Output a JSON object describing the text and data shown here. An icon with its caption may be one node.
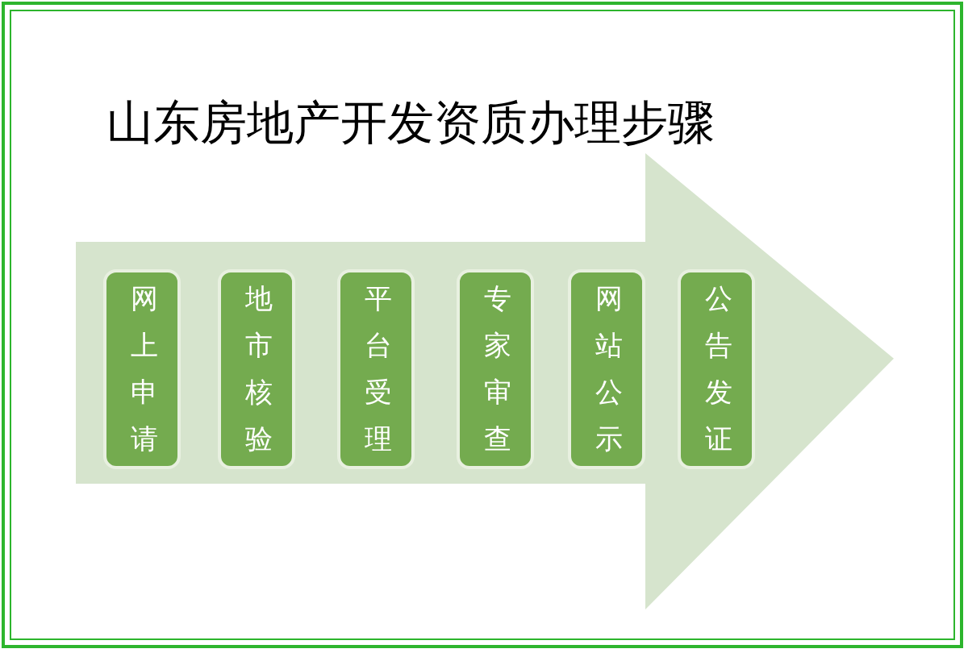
{
  "diagram": {
    "title": "山东房地产开发资质办理步骤",
    "nodes": [
      {
        "text": [],
        "shape": "arrow"
      },
      {
        "text": [
          "网上申请"
        ],
        "in": 0
      },
      {
        "text": [
          "地市核验"
        ],
        "in": 0
      },
      {
        "text": [
          "平台受理"
        ],
        "in": 0
      },
      {
        "text": [
          "专家审查"
        ],
        "in": 0
      },
      {
        "text": [
          "网站公示"
        ],
        "in": 0
      },
      {
        "text": [
          "公告发证"
        ],
        "in": 0
      }
    ],
    "edges": []
  }
}
